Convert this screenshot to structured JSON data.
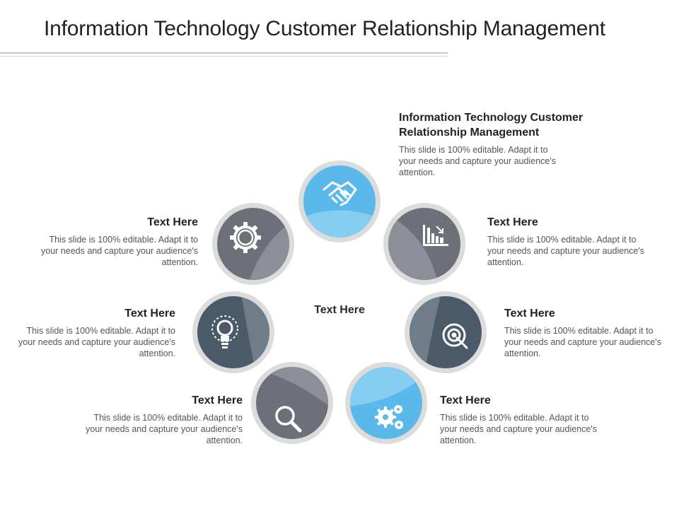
{
  "title": "Information Technology Customer Relationship Management",
  "center_label": "Text Here",
  "nodes": [
    {
      "heading": "Information Technology Customer Relationship Management",
      "description": "This slide is 100% editable. Adapt it to your needs and capture your audience's attention.",
      "icon": "handshake-icon"
    },
    {
      "heading": "Text Here",
      "description": "This slide is 100% editable. Adapt it to your needs and capture your audience's attention.",
      "icon": "bar-chart-icon"
    },
    {
      "heading": "Text Here",
      "description": "This slide is 100% editable. Adapt it to your needs and capture your audience's attention.",
      "icon": "target-icon"
    },
    {
      "heading": "Text Here",
      "description": "This slide is 100% editable. Adapt it to your needs and capture your audience's attention.",
      "icon": "gears-icon"
    },
    {
      "heading": "Text Here",
      "description": "This slide is 100% editable. Adapt it to your needs and capture your audience's attention.",
      "icon": "magnifier-icon"
    },
    {
      "heading": "Text Here",
      "description": "This slide is 100% editable. Adapt it to your needs and capture your audience's attention.",
      "icon": "lightbulb-icon"
    },
    {
      "heading": "Text Here",
      "description": "This slide is 100% editable. Adapt it to your needs and capture your audience's attention.",
      "icon": "gear-icon"
    }
  ],
  "colors": {
    "light_blue": "#5bb8ea",
    "pale_blue": "#86cdf2",
    "gray": "#6d7079",
    "light_gray": "#8c8f97",
    "slate": "#4b5a68",
    "slate_light": "#6f7d88",
    "ring": "#dcdcdc"
  }
}
